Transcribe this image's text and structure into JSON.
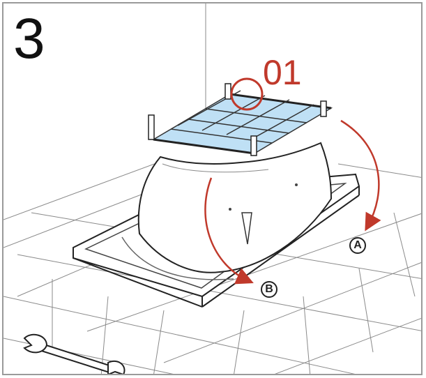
{
  "step_number": "3",
  "part_label": "01",
  "markers": {
    "a": "A",
    "b": "B"
  },
  "colors": {
    "accent": "#c0392b",
    "line": "#222222",
    "highlight": "#bfe0f5"
  },
  "icons": [
    "wrench-icon",
    "rotation-arrow-icon"
  ]
}
